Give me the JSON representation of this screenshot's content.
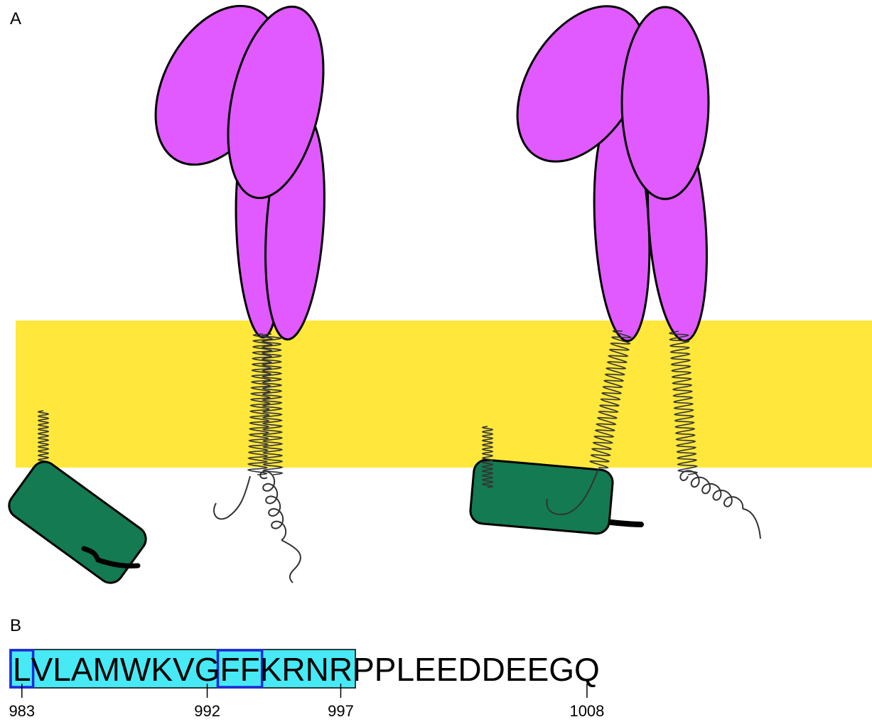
{
  "panels": {
    "a_label": "A",
    "b_label": "B"
  },
  "colors": {
    "membrane": "#ffe83b",
    "ectodomain": "#e05aff",
    "kinase_domain": "#137a52",
    "highlight": "#47e9f5",
    "motif_box": "#1a2bd9"
  },
  "sequence": {
    "residues": [
      "L",
      "V",
      "L",
      "A",
      "M",
      "W",
      "K",
      "V",
      "G",
      "F",
      "F",
      "K",
      "R",
      "N",
      "R",
      "P",
      "P",
      "L",
      "E",
      "E",
      "D",
      "D",
      "E",
      "E",
      "G",
      "Q"
    ],
    "highlighted_range": [
      0,
      14
    ],
    "boxed_groups": [
      [
        0,
        0
      ],
      [
        9,
        10
      ]
    ],
    "positions": [
      {
        "label": "983",
        "residue_index": 0
      },
      {
        "label": "992",
        "residue_index": 8
      },
      {
        "label": "997",
        "residue_index": 14
      },
      {
        "label": "1008",
        "residue_index": 25
      }
    ]
  }
}
